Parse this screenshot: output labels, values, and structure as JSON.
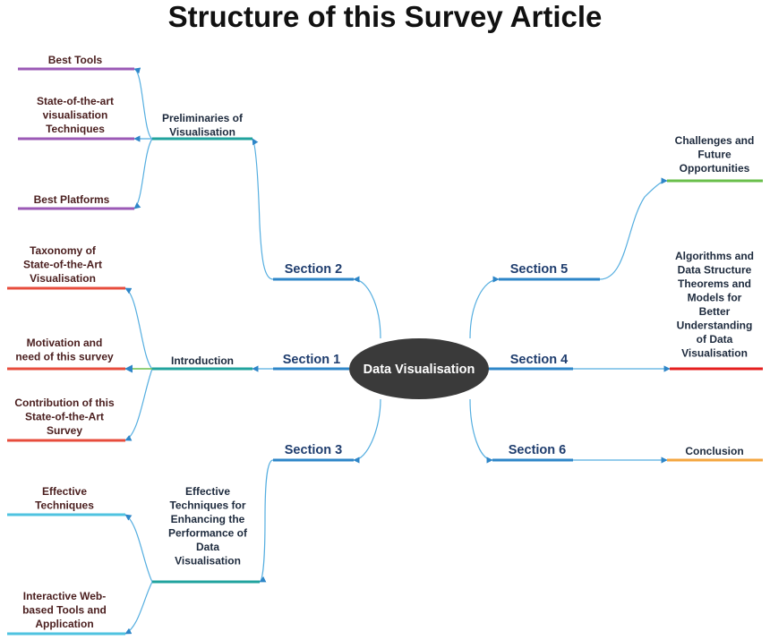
{
  "title": "Structure of this Survey Article",
  "center": "Data Visualisation",
  "sections": {
    "s1": "Section 1",
    "s2": "Section 2",
    "s3": "Section 3",
    "s4": "Section 4",
    "s5": "Section 5",
    "s6": "Section 6"
  },
  "topics": {
    "introduction": [
      "Introduction"
    ],
    "preliminaries": [
      "Preliminaries of",
      "Visualisation"
    ],
    "effective_techniques_enhancing": [
      "Effective",
      "Techniques for",
      "Enhancing the",
      "Performance of",
      "Data",
      "Visualisation"
    ]
  },
  "leaves": {
    "best_tools": [
      "Best Tools"
    ],
    "state_of_art_techniques": [
      "State-of-the-art",
      "visualisation",
      "Techniques"
    ],
    "best_platforms": [
      "Best Platforms"
    ],
    "taxonomy": [
      "Taxonomy of",
      "State-of-the-Art",
      "Visualisation"
    ],
    "motivation": [
      "Motivation and",
      "need of this survey"
    ],
    "contribution": [
      "Contribution of this",
      "State-of-the-Art",
      "Survey"
    ],
    "effective_techniques": [
      "Effective",
      "Techniques"
    ],
    "interactive_tools": [
      "Interactive Web-",
      "based Tools and",
      "Application"
    ],
    "challenges": [
      "Challenges and",
      "Future",
      "Opportunities"
    ],
    "algorithms": [
      "Algorithms and",
      "Data Structure",
      "Theorems and",
      "Models for",
      "Better",
      "Understanding",
      "of Data",
      "Visualisation"
    ],
    "conclusion": [
      "Conclusion"
    ]
  },
  "colors": {
    "purple": "#9b59b6",
    "red": "#e74c3c",
    "cyan": "#4fc3e0",
    "green": "#6abf4b",
    "orange": "#f4a640",
    "blue": "#2e86c8",
    "teal": "#20a39e",
    "center_fill": "#3a3a3a",
    "connector": "#55aee0"
  }
}
